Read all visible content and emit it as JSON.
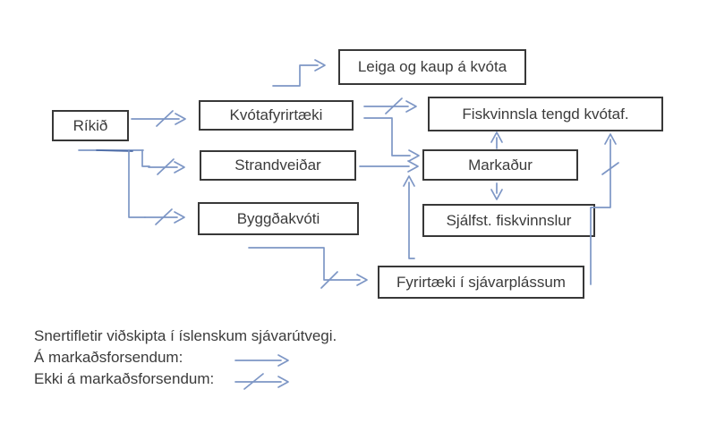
{
  "nodes": {
    "rikid": {
      "label": "Ríkið"
    },
    "kvota": {
      "label": "Kvótafyrirtæki"
    },
    "strand": {
      "label": "Strandveiðar"
    },
    "byggda": {
      "label": "Byggðakvóti"
    },
    "leiga": {
      "label": "Leiga og kaup á kvóta"
    },
    "fiskvinnsla": {
      "label": "Fiskvinnsla tengd kvótaf."
    },
    "markadur": {
      "label": "Markaður"
    },
    "sjalfst": {
      "label": "Sjálfst. fiskvinnslur"
    },
    "fyrirtaeki": {
      "label": "Fyrirtæki í sjávarplássum"
    }
  },
  "legend": {
    "title": "Snertifletir viðskipta í íslenskum sjávarútvegi.",
    "market_label": "Á markaðsforsendum:",
    "non_market_label": "Ekki á markaðsforsendum:"
  },
  "colors": {
    "arrow_blue": "#7d96c5",
    "arrow_dark_blue": "#4c6ba6",
    "box_border": "#383838",
    "text": "#3b3b3b",
    "background": "#ffffff"
  }
}
